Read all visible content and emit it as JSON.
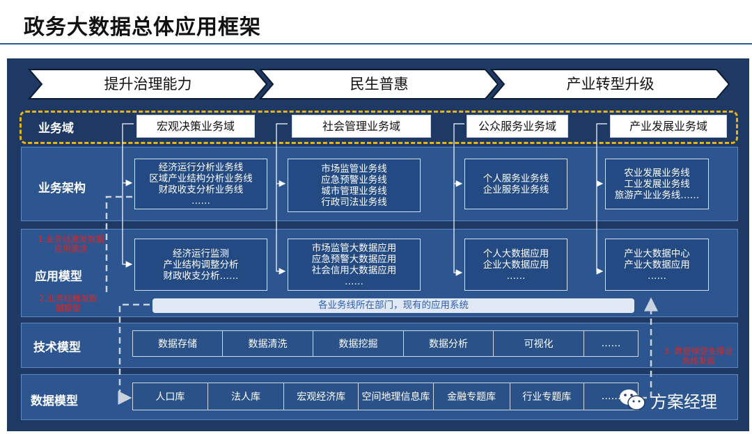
{
  "page_title": "政务大数据总体应用框架",
  "goals": [
    "提升治理能力",
    "民生普惠",
    "产业转型升级"
  ],
  "layers": {
    "domain": "业务域",
    "architecture": "业务架构",
    "application": "应用模型",
    "tech": "技术模型",
    "data": "数据模型"
  },
  "domains": [
    "宏观决策业务域",
    "社会管理业务域",
    "公众服务业务域",
    "产业发展业务域"
  ],
  "architecture_boxes": [
    [
      "经济运行分析业务线",
      "区域产业结构分析业务线",
      "财政收支分析业务线",
      "……"
    ],
    [
      "市场监管业务线",
      "应急预警业务线",
      "城市管理业务线",
      "行政司法业务线"
    ],
    [
      "个人服务业务线",
      "企业服务业务线"
    ],
    [
      "农业发展业务线",
      "工业发展业务线",
      "旅游产业业务线……"
    ]
  ],
  "application_boxes": [
    [
      "经济运行监测",
      "产业结构调整分析",
      "财政收支分析……"
    ],
    [
      "市场监管大数据应用",
      "应急预警大数据应用",
      "社会信用大数据应用",
      "……"
    ],
    [
      "个人大数据应用",
      "企业大数据应用",
      "……"
    ],
    [
      "产业大数据中心",
      "产业大数据应用",
      "……"
    ]
  ],
  "existing_systems": "各业务线所在部门，现有的应用系统",
  "tech_items": [
    "数据存储",
    "数据清洗",
    "数据挖掘",
    "数据分析",
    "可视化",
    "……"
  ],
  "data_items": [
    "人口库",
    "法人库",
    "宏观经济库",
    "空间地理信息库",
    "金融专题库",
    "行业专题库",
    "……"
  ],
  "notes": {
    "n1": [
      "1.业务线激发数据",
      "应用需求"
    ],
    "n2": [
      "2.业务线触发数",
      "据模型"
    ],
    "n3": [
      "3. 数据模型支撑业",
      "务线发展"
    ]
  },
  "watermark": "方案经理",
  "colors": {
    "frame": "#1e3a64",
    "band": "#2d5690",
    "accent_dash": "#e7b417",
    "note_red": "#d62828"
  }
}
